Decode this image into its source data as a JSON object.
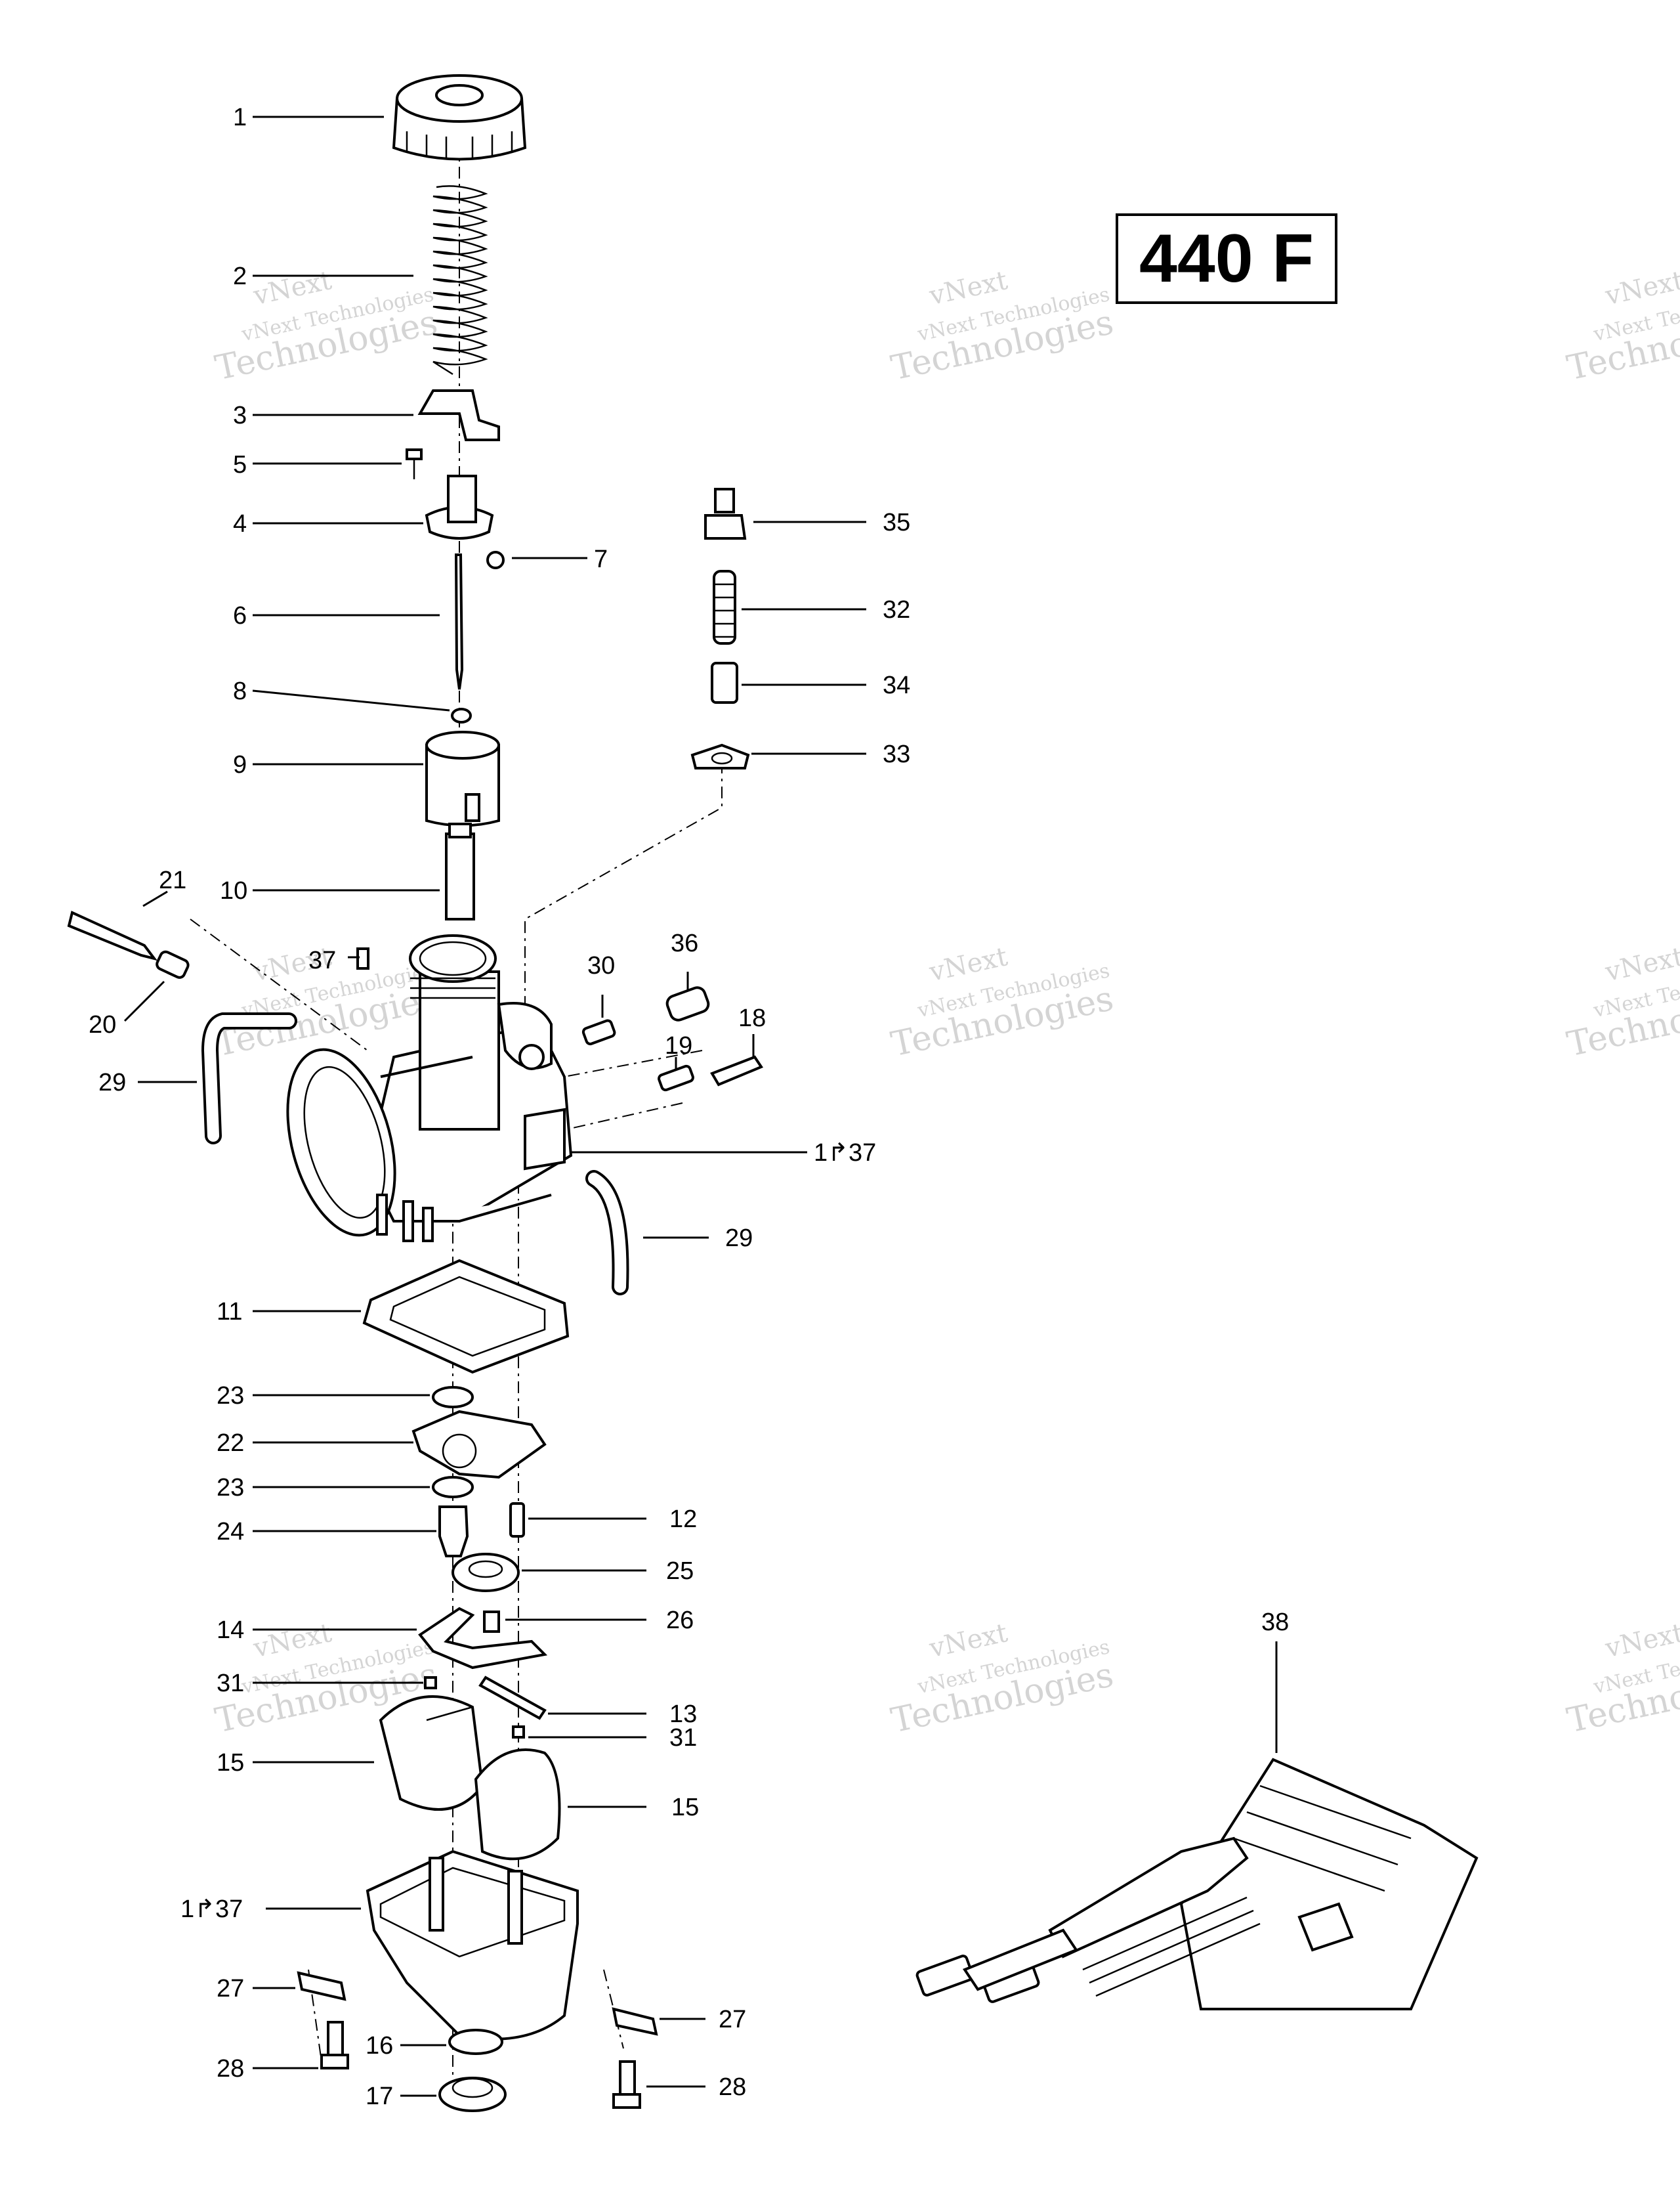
{
  "model_label": "440 F",
  "watermark": {
    "line1": "vNext",
    "line2": "vNext Technologies",
    "line3": "Technologies"
  },
  "callouts": {
    "c1": "1",
    "c2": "2",
    "c3": "3",
    "c4": "4",
    "c5": "5",
    "c6": "6",
    "c7": "7",
    "c8": "8",
    "c9": "9",
    "c10": "10",
    "c11": "11",
    "c12": "12",
    "c13": "13",
    "c14": "14",
    "c15a": "15",
    "c15b": "15",
    "c16": "16",
    "c17": "17",
    "c18": "18",
    "c19": "19",
    "c20": "20",
    "c21": "21",
    "c22": "22",
    "c23a": "23",
    "c23b": "23",
    "c24": "24",
    "c25": "25",
    "c26": "26",
    "c27a": "27",
    "c27b": "27",
    "c28a": "28",
    "c28b": "28",
    "c29a": "29",
    "c29b": "29",
    "c30": "30",
    "c31a": "31",
    "c31b": "31",
    "c32": "32",
    "c33": "33",
    "c34": "34",
    "c35": "35",
    "c36": "36",
    "c37a": "37",
    "c37b": "1↱37",
    "c37c": "1↱37",
    "c38": "38"
  }
}
